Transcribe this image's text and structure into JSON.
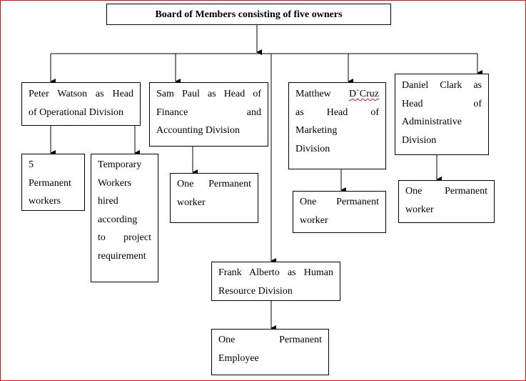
{
  "diagram": {
    "title": "Board of Members consisting of five owners",
    "divisions": {
      "operational": {
        "lines": [
          "Peter Watson as Head",
          "of Operational Division"
        ],
        "workers": [
          {
            "lines": [
              "5",
              "Permanent",
              "workers"
            ]
          },
          {
            "lines": [
              "Temporary",
              "Workers",
              "hired",
              "according",
              "to project",
              "requirement"
            ]
          }
        ]
      },
      "finance": {
        "lines": [
          "Sam Paul as Head of",
          "Finance and",
          "Accounting Division"
        ],
        "worker": {
          "lines": [
            "One Permanent",
            "worker"
          ]
        }
      },
      "marketing": {
        "lines": [
          "Matthew D`Cruz",
          "as Head of",
          "Marketing",
          "Division"
        ],
        "line1_name": "Matthew",
        "line1_surname": "D`Cruz",
        "worker": {
          "lines": [
            "One Permanent",
            "worker"
          ]
        }
      },
      "administrative": {
        "lines": [
          "Daniel Clark as",
          "Head of",
          "Administrative",
          "Division"
        ],
        "worker": {
          "lines": [
            "One Permanent",
            "worker"
          ]
        }
      },
      "human_resource": {
        "lines": [
          "Frank Alberto as Human",
          "Resource Division"
        ],
        "worker": {
          "lines": [
            "One Permanent",
            "Employee"
          ]
        }
      }
    },
    "colors": {
      "line": "#000000",
      "frame": "#e01010",
      "spellcheck": "#e01010"
    }
  }
}
